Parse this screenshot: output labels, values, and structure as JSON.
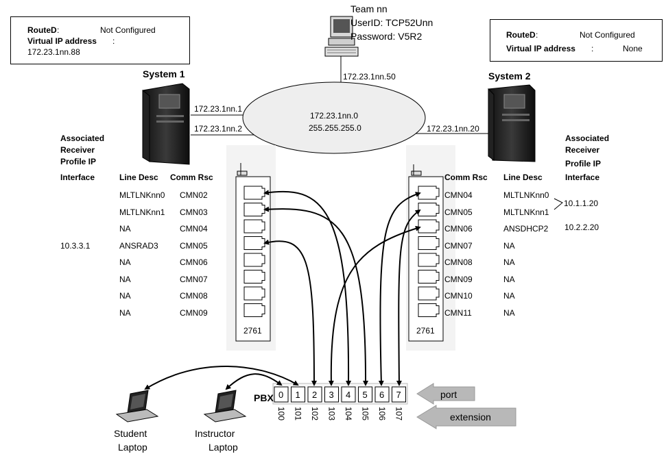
{
  "team": {
    "name": "Team nn",
    "userid": "UserID: TCP52Unn",
    "password": "Password: V5R2",
    "address": "172.23.1nn.50"
  },
  "network": {
    "address": "172.23.1nn.0",
    "mask": "255.255.255.0"
  },
  "system1": {
    "title": "System 1",
    "info": {
      "routed_label": "RouteD",
      "routed_value": "Not Configured",
      "vip_label": "Virtual IP address",
      "vip_value": "172.23.1nn.88"
    },
    "ip1": "172.23.1nn.1",
    "ip2": "172.23.1nn.2",
    "assoc_heading": [
      "Associated",
      "Receiver",
      "Profile IP",
      "Interface"
    ],
    "line_desc_header": "Line Desc",
    "comm_rsc_header": "Comm Rsc",
    "rows": [
      {
        "ip": "",
        "line": "MLTLNKnn0",
        "rsc": "CMN02"
      },
      {
        "ip": "",
        "line": "MLTLNKnn1",
        "rsc": "CMN03"
      },
      {
        "ip": "",
        "line": "NA",
        "rsc": "CMN04"
      },
      {
        "ip": "10.3.3.1",
        "line": "ANSRAD3",
        "rsc": "CMN05"
      },
      {
        "ip": "",
        "line": "NA",
        "rsc": "CMN06"
      },
      {
        "ip": "",
        "line": "NA",
        "rsc": "CMN07"
      },
      {
        "ip": "",
        "line": "NA",
        "rsc": "CMN08"
      },
      {
        "ip": "",
        "line": "NA",
        "rsc": "CMN09"
      }
    ],
    "card": "2761"
  },
  "system2": {
    "title": "System 2",
    "info": {
      "routed_label": "RouteD",
      "routed_value": "Not Configured",
      "vip_label": "Virtual IP address",
      "vip_value": "None"
    },
    "ip": "172.23.1nn.20",
    "assoc_heading": [
      "Associated",
      "Receiver",
      "Profile IP",
      "Interface"
    ],
    "comm_rsc_header": "Comm Rsc",
    "line_desc_header": "Line Desc",
    "rows": [
      {
        "rsc": "CMN04",
        "line": "MLTLNKnn0"
      },
      {
        "rsc": "CMN05",
        "line": "MLTLNKnn1"
      },
      {
        "rsc": "CMN06",
        "line": "ANSDHCP2"
      },
      {
        "rsc": "CMN07",
        "line": "NA"
      },
      {
        "rsc": "CMN08",
        "line": "NA"
      },
      {
        "rsc": "CMN09",
        "line": "NA"
      },
      {
        "rsc": "CMN10",
        "line": "NA"
      },
      {
        "rsc": "CMN11",
        "line": "NA"
      }
    ],
    "ip_a": "10.1.1.20",
    "ip_b": "10.2.2.20",
    "card": "2761"
  },
  "pbx": {
    "label": "PBX",
    "ports": [
      "0",
      "1",
      "2",
      "3",
      "4",
      "5",
      "6",
      "7"
    ],
    "extensions": [
      "100",
      "101",
      "102",
      "103",
      "104",
      "105",
      "106",
      "107"
    ],
    "port_arrow": "port",
    "extension_arrow": "extension"
  },
  "laptops": {
    "student": [
      "Student",
      "Laptop"
    ],
    "instructor": [
      "Instructor",
      "Laptop"
    ]
  }
}
